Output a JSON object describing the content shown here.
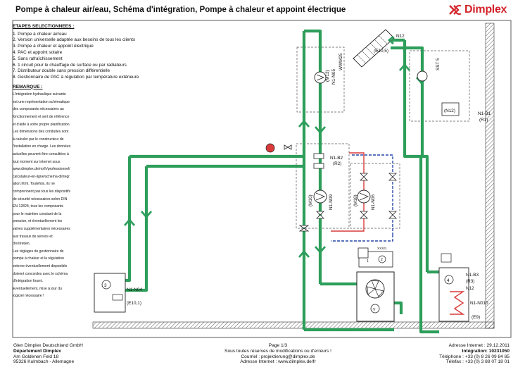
{
  "title": "Pompe à chaleur air/eau, Schéma d'intégration, Pompe à chaleur et appoint électrique",
  "brand": {
    "name": "Dimplex",
    "color": "#d4232a"
  },
  "steps_heading": "ETAPES SELECTIONNEES :",
  "steps": [
    "1. Pompe à chaleur air/eau",
    "2. Version universelle adaptée aux besoins de tous les clients",
    "3. Pompe à chaleur et appoint électrique",
    "4. PAC et appoint solaire",
    "5. Sans rafraîchissement",
    "6. 1 circuit pour le chauffage de surface ou par radiateurs",
    "7. Distributeur double sans pression différentielle",
    "8. Gestionnaire de PAC à régulation par température extérieure"
  ],
  "remark_heading": "REMARQUE :",
  "remark_lines": [
    "L'intégration hydraulique suivante",
    "est une représentation schématique",
    "des composants nécessaires au",
    "fonctionnement et sert de référence",
    "et d'aide à votre propre planification.",
    "Les dimensions des conduites sont",
    "à calculer par le constructeur de",
    "l'installation en charge. Les données",
    "actuelles peuvent être consultées à",
    "tout moment sur internet sous",
    "www.dimplex.de/no/fr/professionnel/",
    "calculateur-en-ligne/schema-dintegr",
    "ation.html. Toutefois, ils ne",
    "comprennent pas tous les dispositifs",
    "de sécurité nécessaires selon DIN",
    "EN 12828, tous les composants",
    "pour le maintien constant de la",
    "pression, et éventuellement les",
    "valves supplémentaires nécessaires",
    "aux travaux de service et",
    "d'entretien.",
    "Les réglages du gestionnaire de",
    "pompe à chaleur et la régulation",
    "externe éventuellement disponible",
    "doivent concordes avec le schéma",
    "d'intégration fourni.",
    "Eventuellement, mise à jour du",
    "logiciel nécessaire !"
  ],
  "diagram": {
    "pipe_color": "#2e9e5b",
    "supply_color": "#d93a3a",
    "return_color": "#2747a8",
    "labels": {
      "n12_top": "N12",
      "e105": "(E10,5)",
      "m13": "(M13)",
      "n1n05": "N1-N05",
      "wwm25": "WWM25",
      "sst5": "SST 5",
      "n12_ctrl": "(N12)",
      "n1b1": "N1-B1",
      "r1": "(R1)",
      "n1b2": "N1-B2",
      "r2": "(R2)",
      "m16": "(M16)",
      "n1n09": "N1-N09",
      "m18": "(M18)",
      "n1n06": "N1-N06",
      "n1n04": "N1-N04",
      "e101": "(E10,1)",
      "tank3": "3",
      "tank4": "4",
      "n1b3": "N1-B3",
      "r3": "(R3)",
      "n12_tank": "N12",
      "n1n010": "N1-N010",
      "e9": "(E9)",
      "xxx": "XXX/1",
      "n12_hp": "1",
      "hp2": "2",
      "fan_v": "V"
    }
  },
  "footer": {
    "company": "Glen Dimplex Deutschland GmbH",
    "department": "Département Dimplex",
    "street": "Am Goldenen Feld 18",
    "city": "95326 Kulmbach - Allemagne",
    "page": "Page 1/3",
    "reserve": "Sous toutes réserves de modifications ou d'erreurs !",
    "mail": "Courriel : projektierung@dimplex.de",
    "web": "Adresse Internet : www.dimplex.de/fr",
    "date": "Adresse Internet : 29.12.2011",
    "integration": "Intégration: 10231050",
    "phone": "Téléphone : +33 (0) 8 26 09 84 85",
    "fax": "Télefax : +33 (0) 3 88 07 18 01"
  }
}
